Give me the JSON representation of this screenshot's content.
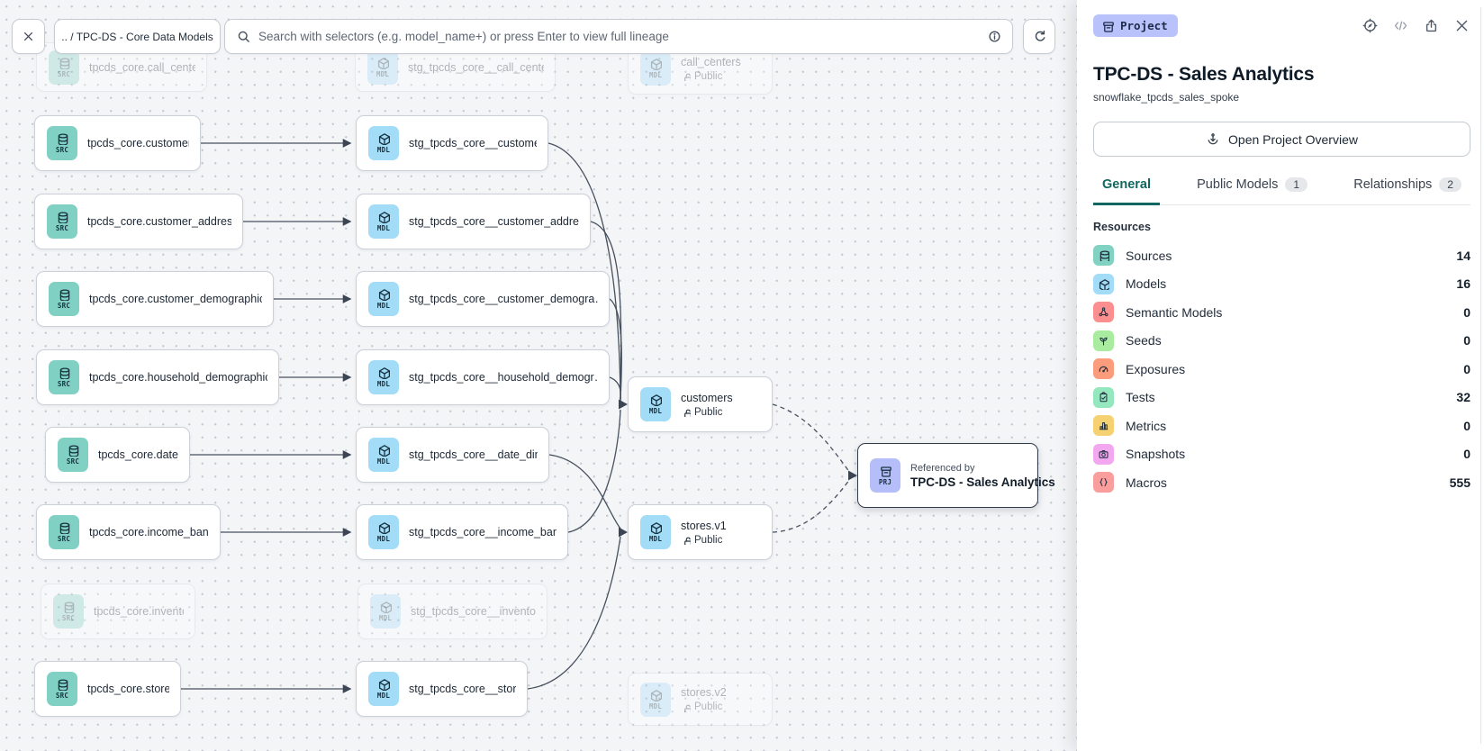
{
  "toolbar": {
    "breadcrumb": ".. / TPC-DS - Core Data Models",
    "search_placeholder": "Search with selectors (e.g. model_name+) or press Enter to view full lineage"
  },
  "graph": {
    "kind_labels": {
      "src": "SRC",
      "mdl": "MDL",
      "prj": "PRJ"
    },
    "public_label": "Public",
    "nodes": [
      {
        "label": "tpcds_core.call_center",
        "type": "source",
        "faded": true
      },
      {
        "label": "tpcds_core.customer",
        "type": "source"
      },
      {
        "label": "tpcds_core.customer_address",
        "type": "source"
      },
      {
        "label": "tpcds_core.customer_demographics",
        "type": "source"
      },
      {
        "label": "tpcds_core.household_demographics",
        "type": "source"
      },
      {
        "label": "tpcds_core.date_dim",
        "type": "source"
      },
      {
        "label": "tpcds_core.income_band",
        "type": "source"
      },
      {
        "label": "tpcds_core.inventory",
        "type": "source",
        "faded": true
      },
      {
        "label": "tpcds_core.store",
        "type": "source"
      },
      {
        "label": "stg_tpcds_core__call_center",
        "type": "model",
        "faded": true
      },
      {
        "label": "stg_tpcds_core__customer",
        "type": "model"
      },
      {
        "label": "stg_tpcds_core__customer_address",
        "type": "model"
      },
      {
        "label": "stg_tpcds_core__customer_demogra…",
        "type": "model"
      },
      {
        "label": "stg_tpcds_core__household_demogr…",
        "type": "model"
      },
      {
        "label": "stg_tpcds_core__date_dim",
        "type": "model"
      },
      {
        "label": "stg_tpcds_core__income_band",
        "type": "model"
      },
      {
        "label": "stg_tpcds_core__inventory",
        "type": "model",
        "faded": true
      },
      {
        "label": "stg_tpcds_core__store",
        "type": "model"
      },
      {
        "label": "call_centers",
        "type": "model",
        "public": true,
        "faded": true
      },
      {
        "label": "customers",
        "type": "model",
        "public": true
      },
      {
        "label": "stores.v1",
        "type": "model",
        "public": true
      },
      {
        "label": "stores.v2",
        "type": "model",
        "public": true,
        "faded": true
      }
    ],
    "edges": [
      {
        "from": "tpcds_core.customer",
        "to": "stg_tpcds_core__customer"
      },
      {
        "from": "tpcds_core.customer_address",
        "to": "stg_tpcds_core__customer_address"
      },
      {
        "from": "tpcds_core.customer_demographics",
        "to": "stg_tpcds_core__customer_demographics"
      },
      {
        "from": "tpcds_core.household_demographics",
        "to": "stg_tpcds_core__household_demographics"
      },
      {
        "from": "tpcds_core.date_dim",
        "to": "stg_tpcds_core__date_dim"
      },
      {
        "from": "tpcds_core.income_band",
        "to": "stg_tpcds_core__income_band"
      },
      {
        "from": "tpcds_core.store",
        "to": "stg_tpcds_core__store"
      },
      {
        "from": "stg_tpcds_core__customer",
        "to": "customers"
      },
      {
        "from": "stg_tpcds_core__customer_address",
        "to": "customers"
      },
      {
        "from": "stg_tpcds_core__customer_demographics",
        "to": "customers"
      },
      {
        "from": "stg_tpcds_core__household_demographics",
        "to": "customers"
      },
      {
        "from": "stg_tpcds_core__income_band",
        "to": "customers"
      },
      {
        "from": "stg_tpcds_core__date_dim",
        "to": "stores.v1"
      },
      {
        "from": "stg_tpcds_core__store",
        "to": "stores.v1"
      }
    ],
    "dashed_edges": [
      {
        "from": "customers",
        "to": "TPC-DS - Sales Analytics"
      },
      {
        "from": "stores.v1",
        "to": "TPC-DS - Sales Analytics"
      }
    ],
    "project_node": {
      "caption": "Referenced by",
      "title": "TPC-DS - Sales Analytics"
    }
  },
  "panel": {
    "badge": "Project",
    "title": "TPC-DS - Sales Analytics",
    "subtitle": "snowflake_tpcds_sales_spoke",
    "overview_button": "Open Project Overview",
    "tabs": [
      {
        "label": "General",
        "count": ""
      },
      {
        "label": "Public Models",
        "count": "1"
      },
      {
        "label": "Relationships",
        "count": "2"
      }
    ],
    "resources_heading": "Resources",
    "resources": [
      {
        "label": "Sources",
        "count": "14",
        "color": "#82d2c4"
      },
      {
        "label": "Models",
        "count": "16",
        "color": "#a3dcf7"
      },
      {
        "label": "Semantic Models",
        "count": "0",
        "color": "#fb8f90"
      },
      {
        "label": "Seeds",
        "count": "0",
        "color": "#a9ec9f"
      },
      {
        "label": "Exposures",
        "count": "0",
        "color": "#fb9c7d"
      },
      {
        "label": "Tests",
        "count": "32",
        "color": "#95e7bd"
      },
      {
        "label": "Metrics",
        "count": "0",
        "color": "#f6d172"
      },
      {
        "label": "Snapshots",
        "count": "0",
        "color": "#f3a7ef"
      },
      {
        "label": "Macros",
        "count": "555",
        "color": "#fa9d9d"
      }
    ]
  }
}
